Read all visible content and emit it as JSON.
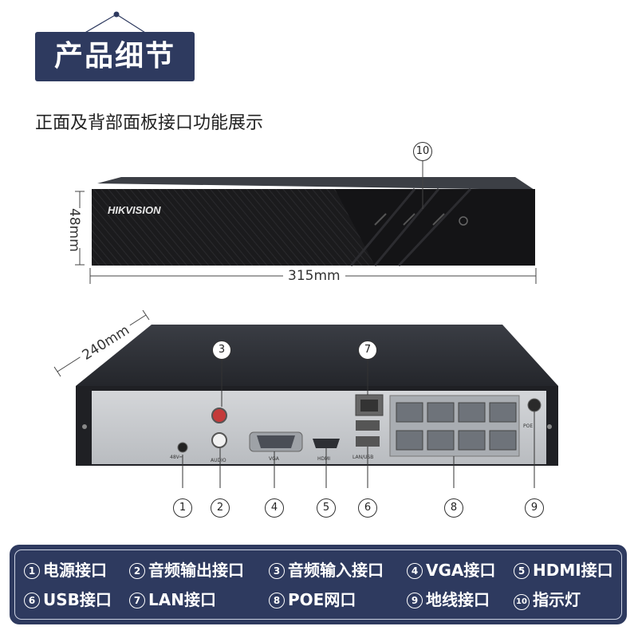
{
  "header": {
    "title": "产品细节"
  },
  "subtitle": "正面及背部面板接口功能展示",
  "front": {
    "brand": "HIKVISION",
    "height_label": "48mm",
    "width_label": "315mm",
    "indicator_marker": "10"
  },
  "rear": {
    "depth_label": "240mm",
    "port_labels": {
      "power": "48V⎓",
      "audio": "AUDIO",
      "vga": "VGA",
      "hdmi": "HDMI",
      "lanusb": "LAN/USB",
      "poe": "POE"
    },
    "markers_top": [
      "3",
      "7"
    ],
    "markers_bottom": [
      "1",
      "2",
      "4",
      "5",
      "6",
      "8",
      "9"
    ]
  },
  "legend": [
    {
      "num": "1",
      "text": "电源接口"
    },
    {
      "num": "2",
      "text": "音频输出接口"
    },
    {
      "num": "3",
      "text": "音频输入接口"
    },
    {
      "num": "4",
      "text": "VGA接口"
    },
    {
      "num": "5",
      "text": "HDMI接口"
    },
    {
      "num": "6",
      "text": "USB接口"
    },
    {
      "num": "7",
      "text": "LAN接口"
    },
    {
      "num": "8",
      "text": "POE网口"
    },
    {
      "num": "9",
      "text": "地线接口"
    },
    {
      "num": "10",
      "text": "指示灯"
    }
  ],
  "colors": {
    "navy": "#2e3a5f",
    "device_dark": "#1c1c1e",
    "panel": "#c9cbce"
  }
}
